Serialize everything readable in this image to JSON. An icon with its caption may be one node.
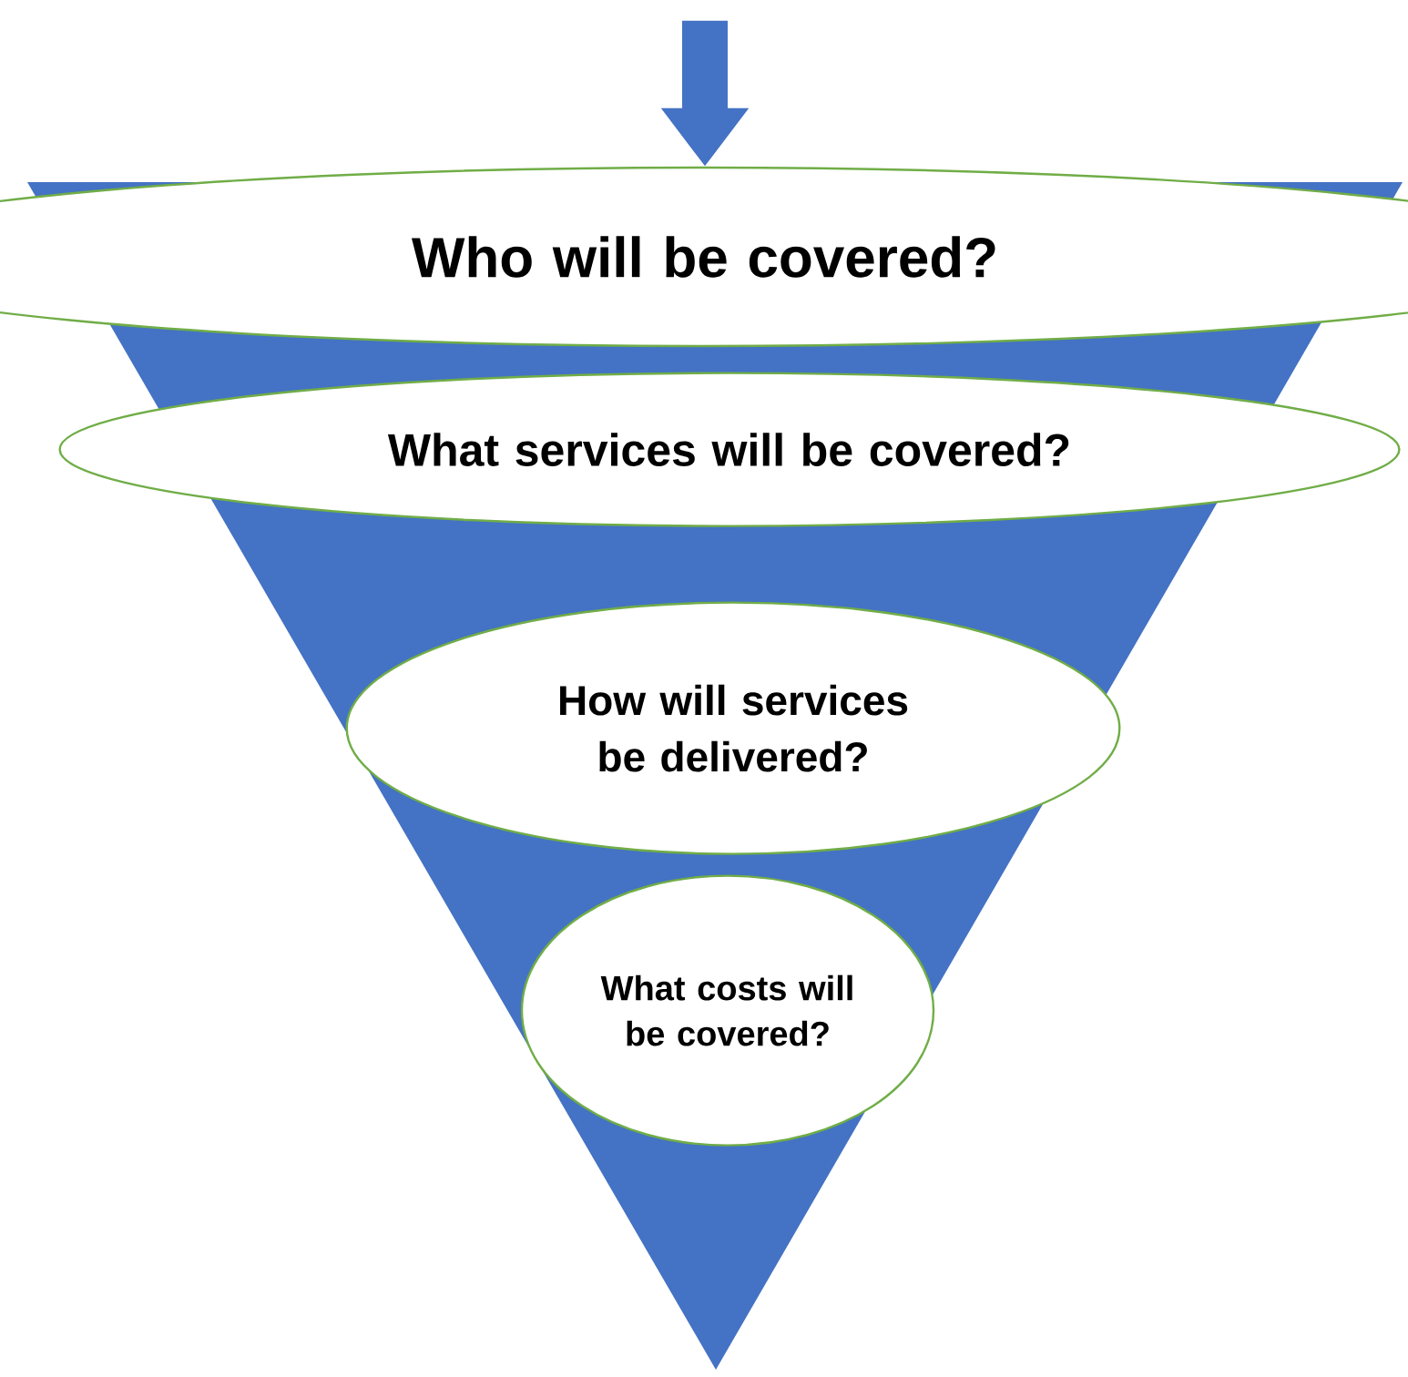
{
  "diagram": {
    "nodes": [
      {
        "text": [],
        "shape": "triangle"
      },
      {
        "text": [
          "Who will be covered?"
        ]
      },
      {
        "text": [
          "What services will be covered?"
        ],
        "in": 0
      },
      {
        "text": [
          "How will services be delivered?"
        ],
        "in": 0
      },
      {
        "text": [
          "What costs will be covered?"
        ],
        "in": 0
      }
    ],
    "edges": [
      {
        "from": null,
        "to": 1,
        "arrow": "to"
      }
    ]
  }
}
